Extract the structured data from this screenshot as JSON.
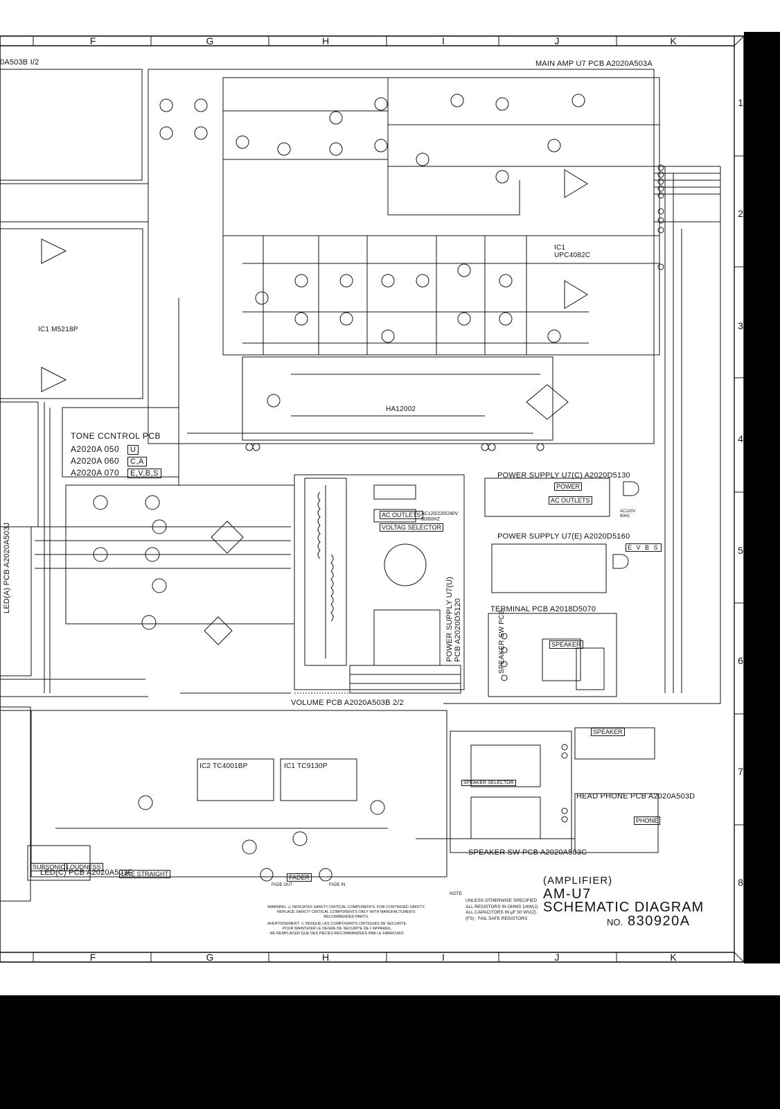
{
  "frame": {
    "columns_top": [
      "F",
      "G",
      "H",
      "I",
      "J",
      "K"
    ],
    "columns_bottom": [
      "F",
      "G",
      "H",
      "I",
      "J",
      "K"
    ],
    "rows": [
      "1",
      "2",
      "3",
      "4",
      "5",
      "6",
      "7",
      "8"
    ]
  },
  "sections": {
    "volume_pcb_1_2": "0A503B I/2",
    "main_amp": "MAIN AMP U7  PCB  A2020A503A",
    "ic1_upc": "IC1\nUPC4082C",
    "ic1_m5218p": "IC1  M5218P",
    "tone_control": {
      "title": "TONE CCNTROL PCB",
      "lines": [
        {
          "part": "A2020A 050",
          "model": "U"
        },
        {
          "part": "A2020A 060",
          "model": "C,A"
        },
        {
          "part": "A2020A 070",
          "model": "E,V,B,S"
        }
      ]
    },
    "led_a": "LED(A) PCB  A2020A503J",
    "led_c": "LED(C) PCB  A2020A503F",
    "power_supply_c": "POWER SUPPLY U7(C)  A2020D5130",
    "power_supply_e": "POWER SUPPLY U7(E)  A2020D5160",
    "power_supply_u": "POWER SUPPLY U7(U)\nPCB A2020D5120",
    "terminal_pcb": "TERMINAL PCB  A2018D5070",
    "volume_pcb_2_2": "VOLUME  PCB  A2020A503B  2/2",
    "speaker_sw": "SPEAKER SW PCB A2020A503C",
    "speaker_sw_side": "SPEAKER SW PCB",
    "head_phone": "HEAD PHONE PCB A2020A503D",
    "ac_outlets": "AC OUTLETS",
    "voltag_selector": "VOLTAG  SELECTOR",
    "ac_note": "AC120/220/240V\n50/60HZ",
    "ic2_tc4001": "IC2      TC4001BP",
    "ic1_tc9130": "IC1      TC9130P",
    "ha12002": "HA12002",
    "speaker": "SPEAKER",
    "phone": "PHONE",
    "fader": "FADER",
    "fade_out": "FADE OUT",
    "fade_in": "FADE IN",
    "line_straight": "LINE STRAIGHT",
    "subsonic": "SUBSONIC",
    "loudness": "LOUDNESS",
    "speaker_selector": "SPEAKER SELECTOR",
    "power": "POWER",
    "ac_outlets_2": "AC OUTLETS",
    "ac120": "AC120V\n60Hz",
    "models_evbs": "E V B S"
  },
  "title_block": {
    "subtitle": "(AMPLIFIER)",
    "model": "AM-U7",
    "doc_title": "SCHEMATIC DIAGRAM",
    "doc_number_label": "NO.",
    "doc_number": "830920A",
    "note_label": "NOTE",
    "notes": "UNLESS OTHERWISE SPECIFIED\nALL RESISTORS IN OHMS 1/4W(J)\nALL CAPACITORS IN μF 50 WV(Z)\n(FS) : FAIL SAFE RESISTORS",
    "warning_en": "WARNING: ⚠ INDICATES SAFETY CRITICAL COMPONENTS. FOR CONTINUED SAFETY,\nREPLACE SAFETY CRITICAL COMPONENTS ONLY WITH MANUFACTURER'S\nRECOMMENDED PARTS.",
    "warning_fr": "AVERTISSEMENT: ⚠ INDIQUE LES COMPOSANTS CRITIQUES DE SECURITE.\nPOUR MAINTENIR LE DEGRE DE SECURITE DE L'APPAREIL,\nNE REMPLACER QUE DES PIECES RECOMMANDEES PAR LE FABRICANT."
  },
  "colors": {
    "ink": "#111111",
    "paper": "#ffffff",
    "band": "#000000"
  }
}
